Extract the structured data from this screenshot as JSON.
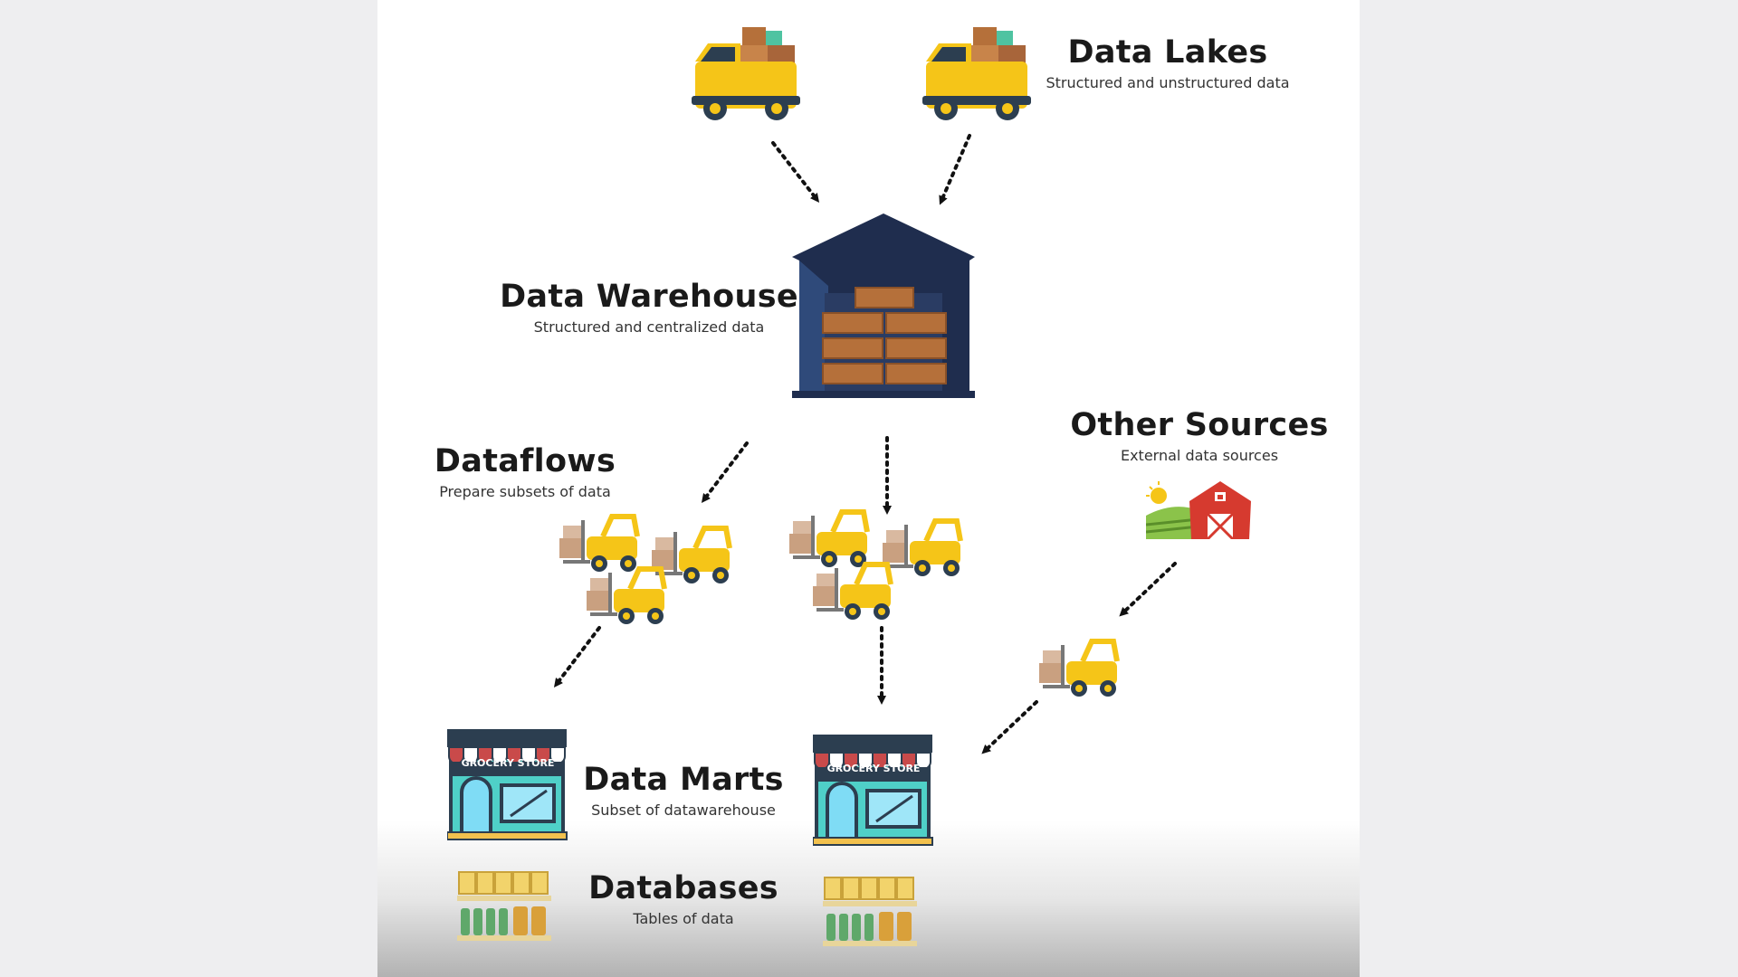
{
  "labels": {
    "data_lakes": {
      "title": "Data Lakes",
      "subtitle": "Structured and unstructured data"
    },
    "data_warehouse": {
      "title": "Data Warehouse",
      "subtitle": "Structured and centralized data"
    },
    "dataflows": {
      "title": "Dataflows",
      "subtitle": "Prepare subsets of data"
    },
    "other_sources": {
      "title": "Other Sources",
      "subtitle": "External data sources"
    },
    "data_marts": {
      "title": "Data Marts",
      "subtitle": "Subset of datawarehouse"
    },
    "databases": {
      "title": "Databases",
      "subtitle": "Tables of data"
    }
  },
  "store_sign": "GROCERY STORE",
  "icons": [
    "delivery-truck-icon",
    "warehouse-icon",
    "forklift-icon",
    "farm-barn-icon",
    "grocery-store-icon",
    "store-shelf-icon"
  ],
  "colors": {
    "truck_yellow": "#f5c518",
    "truck_dark": "#2c3e50",
    "warehouse_navy": "#1f2d4e",
    "crate_brown": "#b5703a",
    "barn_red": "#d63a2f",
    "store_teal": "#4fd0c8",
    "arrow": "#111111"
  }
}
